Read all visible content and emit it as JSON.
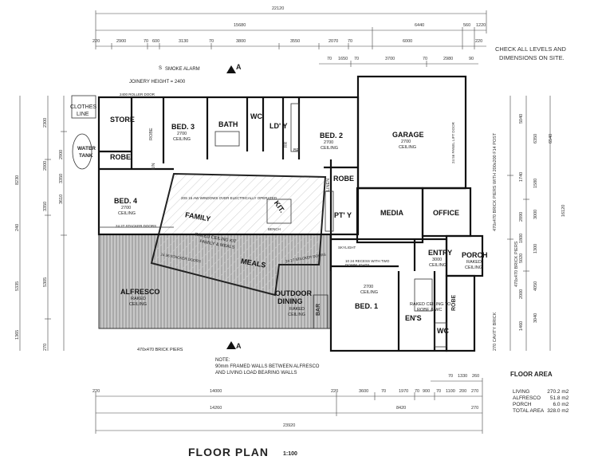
{
  "drawing": {
    "title": "FLOOR PLAN",
    "scale": "1:100",
    "check_note_line1": "CHECK ALL LEVELS AND",
    "check_note_line2": "DIMENSIONS ON SITE.",
    "smoke_alarm": "SMOKE ALARM",
    "joinery_height": "JOINERY HEIGHT = 2400",
    "section_marker": "A",
    "brick_piers": "470x470 BRICK PIERS",
    "brick_piers_right": "470x470 BRICK PIERS",
    "brick_piers_post": "470x470 BRICK PIERS WITH 200x200 F14 POST",
    "cavity_brick": "270 CAVITY BRICK",
    "note_line1": "NOTE:",
    "note_line2": "90mm FRAMED WALLS BETWEEN ALFRESCO",
    "note_line3": "AND LIVING LOAD BEARING WALLS",
    "skylight": "SKYLIGHT",
    "windows_note": "20S 15 AW WINDOWS OVER ELECTRICALLY OPERATED",
    "recess_note": "10 24 RECESS WITH TWO DOWNLIGHTS",
    "kitchen_bench": "BENCH",
    "stacker_doors_1": "24 27 STACKER DOORS",
    "stacker_doors_2": "24 36 STACKER DOORS",
    "stacker_doors_3": "24 27 STACKER DOORS",
    "roller_door": "2400 ROLLER DOOR",
    "panel_lift_door": "24 56 PANEL LIFT DOOR"
  },
  "rooms": {
    "clothes_line_1": "CLOTHES",
    "clothes_line_2": "LINE",
    "store": "STORE",
    "robe_1": "ROBE",
    "water_tank_1": "WATER",
    "water_tank_2": "TANK",
    "robe_small": "ROBE",
    "lin_1": "LIN",
    "bed3": "BED. 3",
    "bed3_ceiling": "2700",
    "bed3_ceiling2": "CEILING",
    "bath": "BATH",
    "wc_1": "WC",
    "ldy": "LD' Y",
    "bed2": "BED. 2",
    "bed2_ceiling": "2700",
    "bed2_ceiling2": "CEILING",
    "garage": "GARAGE",
    "garage_ceiling": "2700",
    "garage_ceiling2": "CEILING",
    "robe_2": "ROBE",
    "linen": "LINEN",
    "bed4": "BED. 4",
    "bed4_ceiling": "2700",
    "bed4_ceiling2": "CEILING",
    "family": "FAMILY",
    "kit": "KIT.",
    "pty": "PT' Y",
    "media": "MEDIA",
    "office": "OFFICE",
    "raked_kit_1": "RAKED CEILING KIT",
    "raked_kit_2": "FAMILY & MEALS",
    "meals": "MEALS",
    "entry": "ENTRY",
    "entry_ceiling": "3000",
    "entry_ceiling2": "CEILING",
    "porch": "PORCH",
    "porch_ceiling": "RAKED",
    "porch_ceiling2": "CEILING",
    "alfresco": "ALFRESCO",
    "alfresco_ceiling": "RAKED",
    "alfresco_ceiling2": "CEILING",
    "outdoor_1": "OUTDOOR",
    "outdoor_2": "DINING",
    "outdoor_ceiling": "RAKED",
    "outdoor_ceiling2": "CEILING",
    "bar": "BAR",
    "bed1": "BED. 1",
    "bed1_ceiling": "2700",
    "bed1_ceiling2": "CEILING",
    "raked_ens_1": "RAKED CEILING TO",
    "raked_ens_2": "ROBE & WC",
    "ens": "EN'S",
    "robe_3": "ROBE",
    "wc_2": "WC",
    "rr": "RR",
    "br": "BR"
  },
  "dims_top": {
    "overall": "22120",
    "row2_a": "15680",
    "row2_b": "6440",
    "row2_c": "560",
    "row2_d": "1220",
    "row3": [
      "220",
      "2900",
      "70",
      "600",
      "3130",
      "70",
      "3800",
      "3550",
      "2070",
      "70",
      "6000",
      "220"
    ],
    "row4": [
      "70",
      "1650",
      "70",
      "3700",
      "70",
      "2980",
      "90"
    ]
  },
  "dims_bottom": {
    "top_row": [
      "70",
      "1330",
      "260"
    ],
    "row1": [
      "220",
      "14000",
      "220",
      "3600",
      "70",
      "1970",
      "70",
      "900",
      "70",
      "1100",
      "200",
      "270"
    ],
    "row2_a": "14260",
    "row2_b": "8420",
    "row2_c": "270",
    "overall": "23920"
  },
  "dims_left": [
    "2300",
    "2900",
    "8230",
    "2000",
    "3350",
    "3610",
    "3350",
    "240",
    "5335",
    "5305",
    "1365",
    "270"
  ],
  "dims_right": [
    "5040",
    "6350",
    "6540",
    "1740",
    "1580",
    "3000",
    "2890",
    "16120",
    "1800",
    "1300",
    "5020",
    "4050",
    "2000",
    "3040",
    "1460"
  ],
  "floor_area": {
    "heading": "FLOOR AREA",
    "rows": [
      {
        "label": "LIVING",
        "value": "270.2 m2"
      },
      {
        "label": "ALFRESCO",
        "value": "51.8 m2"
      },
      {
        "label": "PORCH",
        "value": "6.0 m2"
      },
      {
        "label": "TOTAL AREA",
        "value": "328.0 m2"
      }
    ]
  }
}
